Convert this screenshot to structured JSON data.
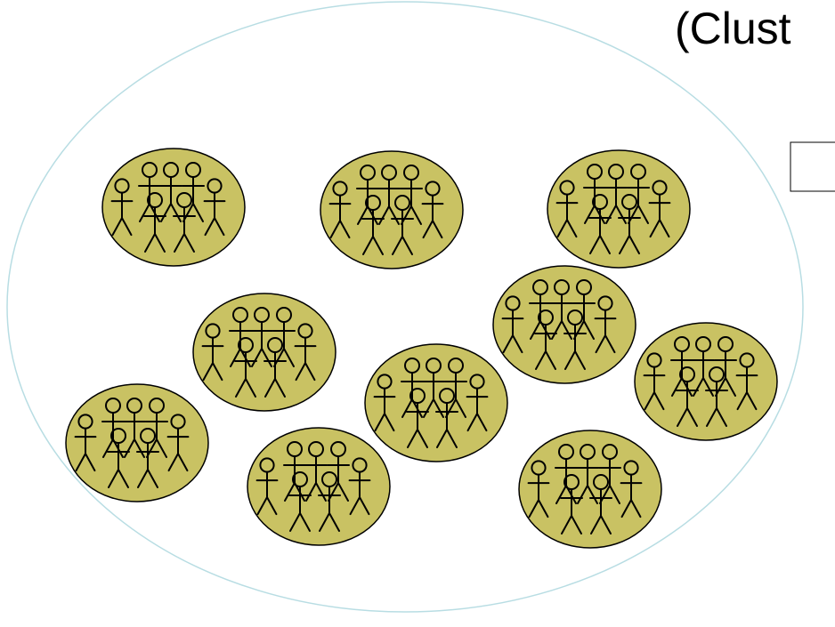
{
  "slide": {
    "title_fragment": "(Clust"
  },
  "diagram": {
    "description_type": "cluster-sampling",
    "population_outline_color": "#b8dde3",
    "cluster_fill_color": "#c9c263",
    "cluster_stroke_color": "#000000",
    "figure_stroke_color": "#000000",
    "clusters_count": 10,
    "figures_per_cluster": 7
  }
}
